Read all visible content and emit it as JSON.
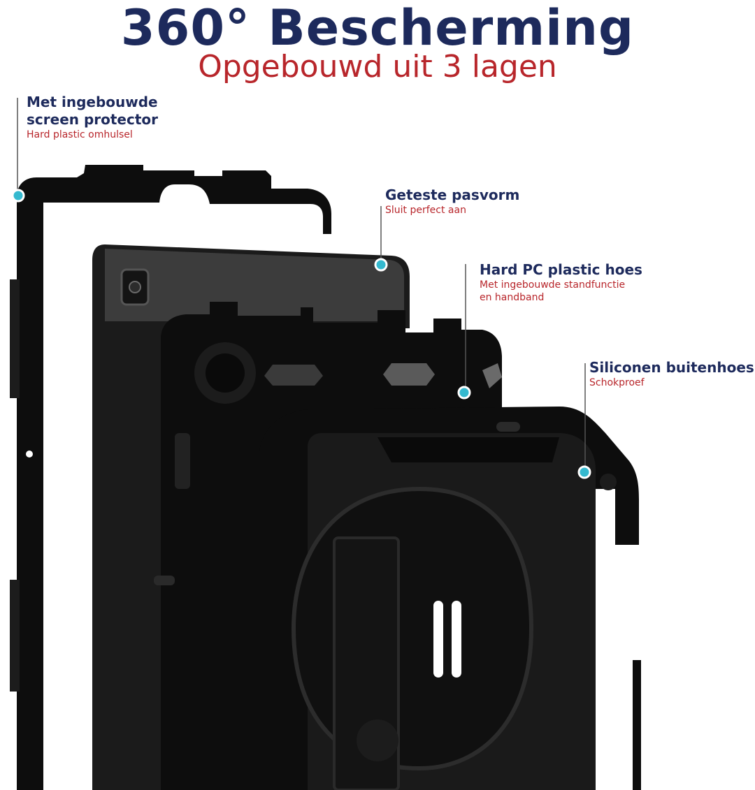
{
  "header": {
    "title": "360° Bescherming",
    "subtitle": "Opgebouwd uit 3 lagen"
  },
  "callouts": [
    {
      "title_line1": "Met ingebouwde",
      "title_line2": "screen protector",
      "detail": "Hard plastic omhulsel"
    },
    {
      "title": "Geteste pasvorm",
      "detail": "Sluit perfect aan"
    },
    {
      "title": "Hard PC plastic hoes",
      "detail_line1": "Met ingebouwde standfunctie",
      "detail_line2": "en handband"
    },
    {
      "title": "Siliconen buitenhoes",
      "detail": "Schokproef"
    }
  ],
  "colors": {
    "title": "#1d2a5c",
    "subtitle": "#b8262b",
    "marker": "#34b9cf",
    "case": "#0d0d0d"
  }
}
